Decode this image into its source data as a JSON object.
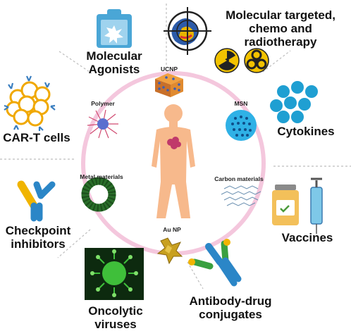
{
  "labels": {
    "molecular_agonists": "Molecular\nAgonists",
    "targeted_therapy": "Molecular targeted,\nchemo and radiotherapy",
    "car_t": "CAR-T cells",
    "cytokines": "Cytokines",
    "checkpoint": "Checkpoint\ninhibitors",
    "vaccines": "Vaccines",
    "oncolytic": "Oncolytic viruses",
    "adc": "Antibody-drug\nconjugates"
  },
  "nanomaterials": {
    "ucnp": "UCNP",
    "polymer": "Polymer",
    "msn": "MSN",
    "metal": "Metal materials",
    "carbon": "Carbon materials",
    "au_np": "Au NP"
  },
  "colors": {
    "ring": "#f3c4dc",
    "body": "#f7b98c",
    "blue": "#2aa7d8",
    "yellow": "#f2b705",
    "green": "#2e9c3c",
    "virus": "#3fbf3a"
  }
}
